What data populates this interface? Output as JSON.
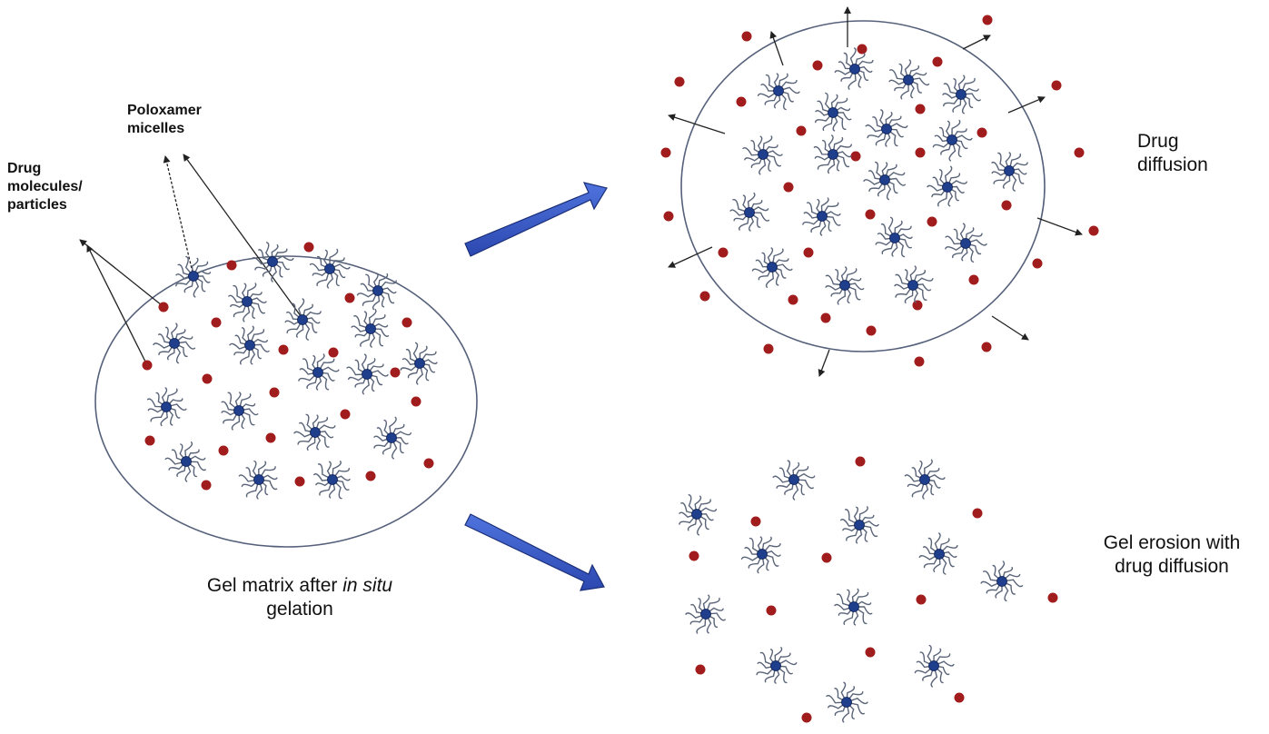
{
  "labels": {
    "drug_molecules": [
      "Drug",
      "molecules/",
      "particles"
    ],
    "poloxamer_micelles": [
      "Poloxamer",
      "micelles"
    ],
    "gel_matrix": {
      "prefix": "Gel matrix after ",
      "italic": "in situ",
      "line2": "gelation"
    },
    "drug_diffusion": [
      "Drug",
      "diffusion"
    ],
    "gel_erosion": [
      "Gel erosion with",
      "drug diffusion"
    ]
  },
  "colors": {
    "micelle_core": "#1f3f8c",
    "micelle_arms": "#5a6478",
    "drug_particle": "#a11c1c",
    "process_arrow": "#3b5bc7",
    "process_arrow_outline": "#1b2f78",
    "gel_outline": "#55607a",
    "pointer_arrow": "#222222"
  }
}
